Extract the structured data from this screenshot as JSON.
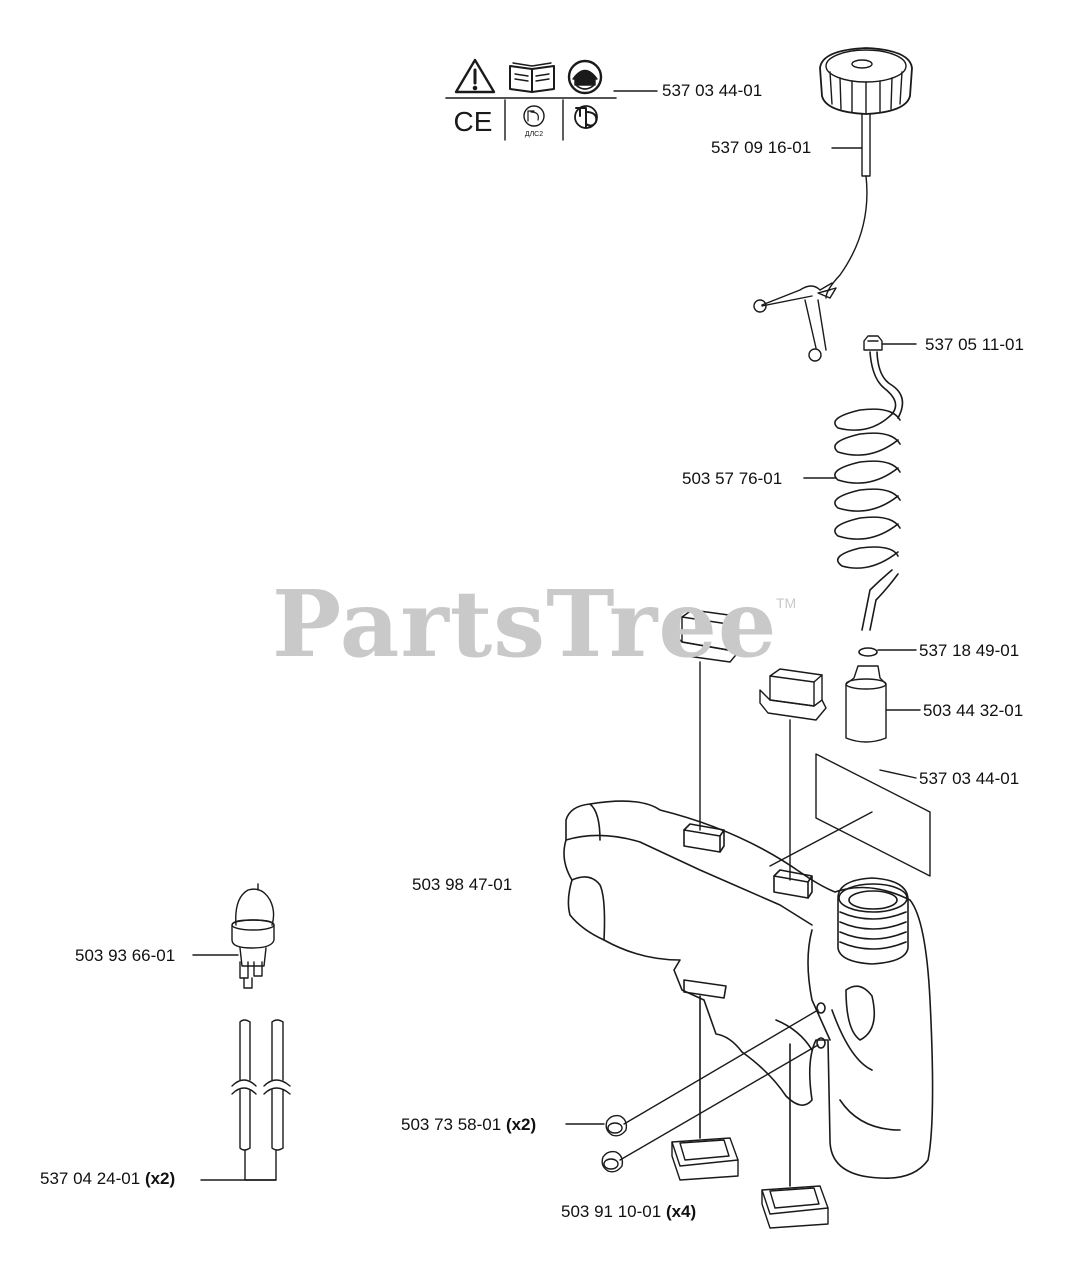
{
  "watermark": {
    "text": "PartsTree",
    "tm": "TM"
  },
  "symbols": {
    "ce": "CE",
    "gost": "ДЛС2"
  },
  "parts": [
    {
      "part_no": "537 03 44-01",
      "qty": ""
    },
    {
      "part_no": "537 09 16-01",
      "qty": ""
    },
    {
      "part_no": "537 05 11-01",
      "qty": ""
    },
    {
      "part_no": "503 57 76-01",
      "qty": ""
    },
    {
      "part_no": "537 18 49-01",
      "qty": ""
    },
    {
      "part_no": "503 44 32-01",
      "qty": ""
    },
    {
      "part_no": "537 03 44-01",
      "qty": ""
    },
    {
      "part_no": "503 98 47-01",
      "qty": ""
    },
    {
      "part_no": "503 93 66-01",
      "qty": ""
    },
    {
      "part_no": "503 73 58-01",
      "qty": "(x2)"
    },
    {
      "part_no": "503 91 10-01",
      "qty": "(x4)"
    },
    {
      "part_no": "537 04 24-01",
      "qty": "(x2)"
    }
  ],
  "colors": {
    "line": "#1a1a1a",
    "watermark": "#c9c9c9",
    "background": "#ffffff"
  }
}
